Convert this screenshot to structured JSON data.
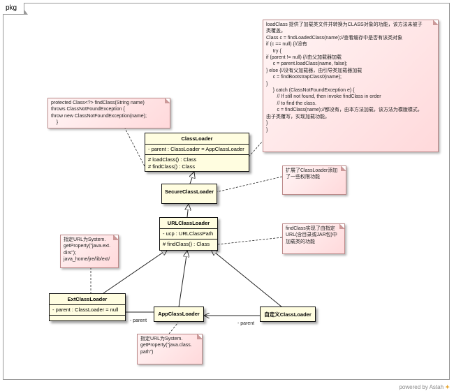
{
  "frame": {
    "tab": "pkg"
  },
  "classes": {
    "classloader": {
      "name": "ClassLoader",
      "attrs": [
        "- parent : ClassLoader = AppClassLoader"
      ],
      "ops": [
        "# loadClass() : Class",
        "# findClass() : Class"
      ]
    },
    "secure": {
      "name": "SecureClassLoader",
      "attrs": [],
      "ops": []
    },
    "url": {
      "name": "URLClassLoader",
      "attrs": [
        "- ucp : URLClassPath"
      ],
      "ops": [
        "# findClass() : Class"
      ]
    },
    "ext": {
      "name": "ExtClassLoader",
      "attrs": [
        "- parent : ClassLoader = null"
      ],
      "ops": []
    },
    "app": {
      "name": "AppClassLoader",
      "attrs": [],
      "ops": []
    },
    "custom": {
      "name": "自定义ClassLoader",
      "attrs": [],
      "ops": []
    }
  },
  "notes": {
    "loadclass": "loadClass 提供了加载类文件并转换为CLASS对象的功能，该方法未被子\n类覆盖。\nClass c = findLoadedClass(name);//查看缓存中是否有该类对象\nif (c == null) {//没有\n     try {\nif (parent != null) {//由父加载器加载\n     c = parent.loadClass(name, false);\n} else {//没有父加载器，由引导类加载器加载\n     c = findBootstrapClass0(name);\n}\n     } catch (ClassNotFoundException e) {\n        // If still not found, then invoke findClass in order\n        // to find the class.\n        c = findClass(name);//都没有，由本方法加载，该方法为模版模式，\n由子类覆写，实现加载功能。\n}\n}",
    "findclass": "protected Class<?> findClass(String name)\nthrows ClassNotFoundException {\nthrow new ClassNotFoundException(name);\n    }",
    "secure": "扩展了ClassLoader添加\n了一些权限功能",
    "url": "findClass实现了由指定\nURL(含目录或JAR包)中\n加载类的功能",
    "ext": "指定URL为System.\ngetProperty(\"java.ext.\ndirs\");\njava_home/jre/lib/ext/",
    "app": "指定URL为System.\ngetProperty(\"java.class.\npath\")"
  },
  "labels": {
    "app_parent": "- parent",
    "custom_parent": "- parent"
  },
  "brand": {
    "prefix": "powered by Astah",
    "logo": "✦"
  }
}
